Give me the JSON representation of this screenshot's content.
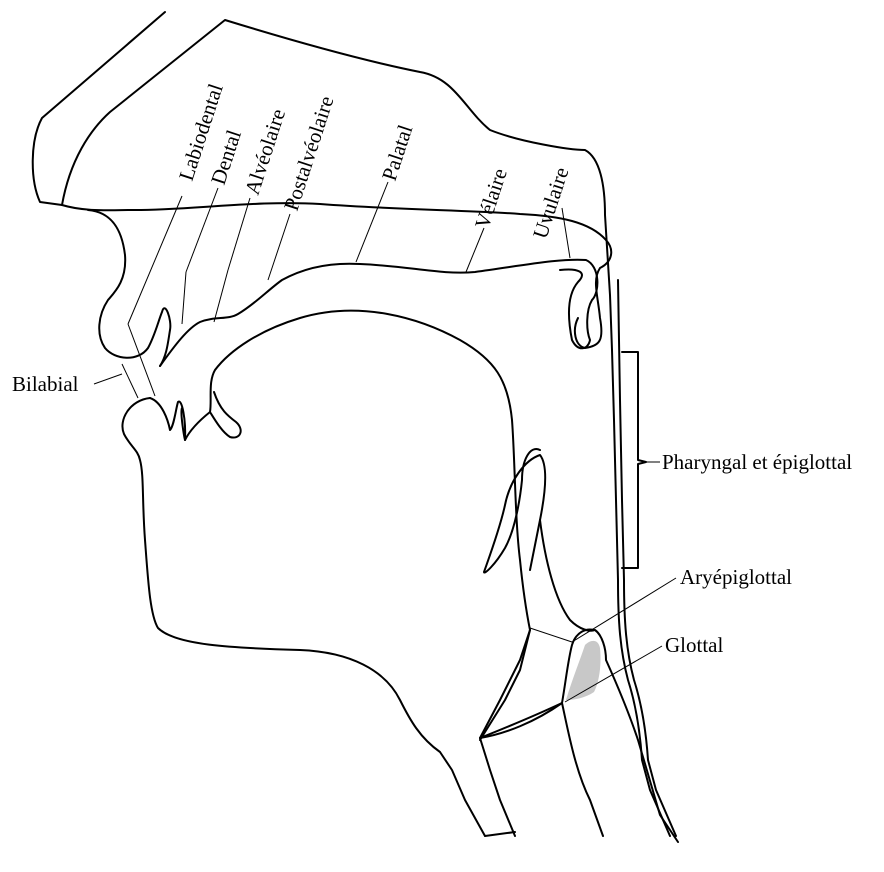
{
  "labels": {
    "labiodental": "Labiodental",
    "dental": "Dental",
    "alveolaire": "Alvéolaire",
    "postalveolaire": "Postalvéolaire",
    "palatal": "Palatal",
    "velaire": "Vélaire",
    "uvulaire": "Uvulaire",
    "bilabial": "Bilabial",
    "pharyngal": "Pharyngal et épiglottal",
    "aryepiglottal": "Aryépiglottal",
    "glottal": "Glottal"
  },
  "colors": {
    "line": "#000000",
    "glottis_fill": "#c8c8c8",
    "background": "#ffffff"
  }
}
